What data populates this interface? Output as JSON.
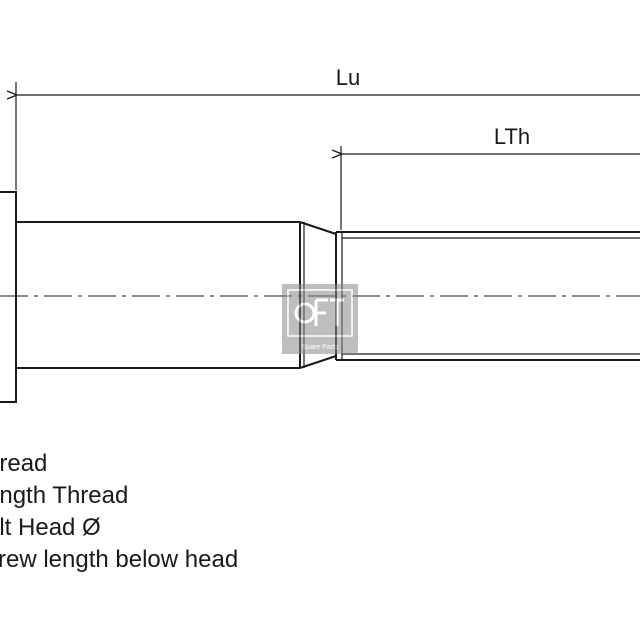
{
  "dimensions": {
    "lu_label": "Lu",
    "lth_label": "LTh"
  },
  "legend": {
    "items": [
      "hread",
      "ength Thread",
      "olt Head Ø",
      "crew length below head"
    ]
  },
  "watermark": {
    "text": "Spare Parts"
  },
  "colors": {
    "line": "#1a1a1a",
    "watermark": "#9a9a9a"
  }
}
